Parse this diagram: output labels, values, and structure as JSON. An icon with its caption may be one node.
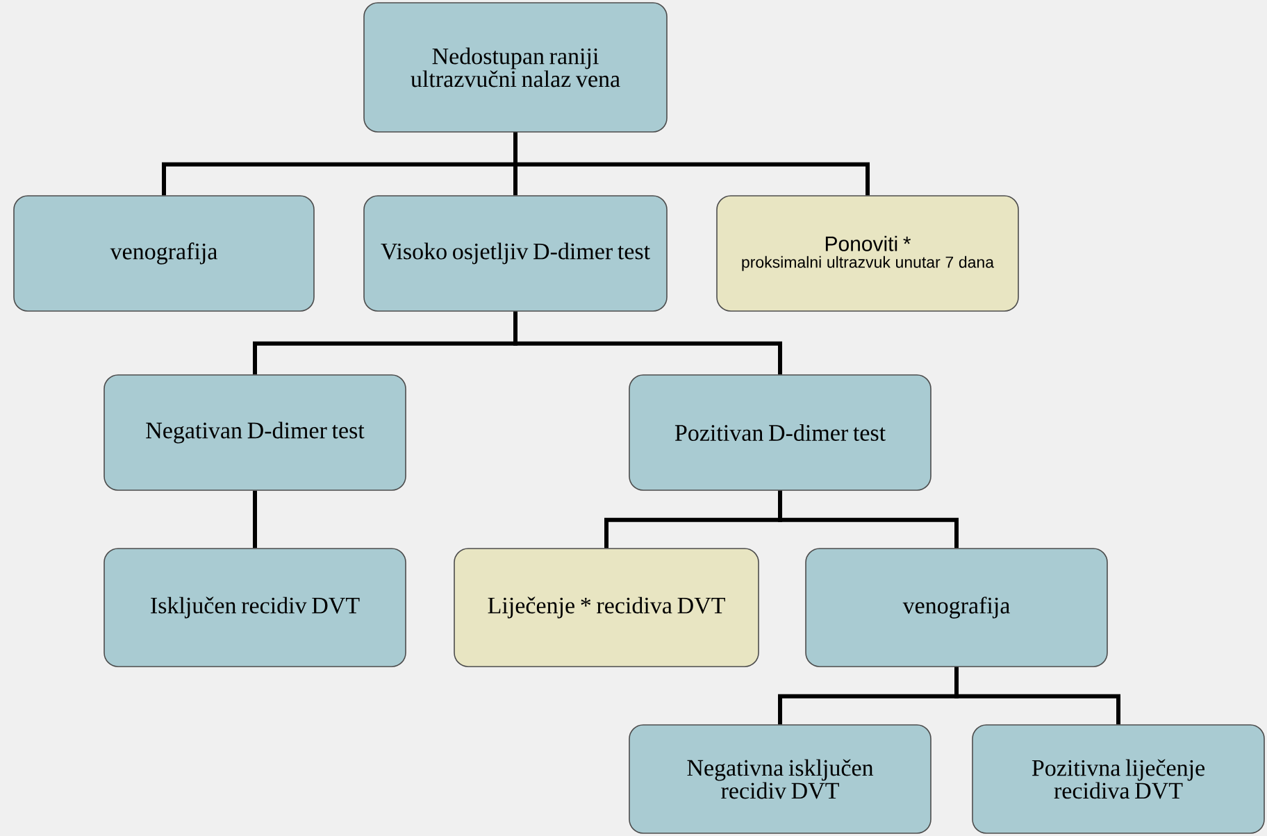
{
  "diagram": {
    "nodes": [
      {
        "text": [
          "Nedostupan raniji ultrazvučni nalaz vena"
        ]
      },
      {
        "text": [
          "venografija"
        ]
      },
      {
        "text": [
          "Visoko osjetljiv D-dimer test"
        ]
      },
      {
        "text": [
          "Ponoviti *",
          "proksimalni ultrazvuk unutar 7 dana"
        ]
      },
      {
        "text": [
          "Negativan D-dimer test"
        ]
      },
      {
        "text": [
          "Pozitivan D-dimer test"
        ]
      },
      {
        "text": [
          "Isključen recidiv DVT"
        ]
      },
      {
        "text": [
          "Liječenje * recidiva DVT"
        ]
      },
      {
        "text": [
          "venografija"
        ]
      },
      {
        "text": [
          "Negativna isključen recidiv DVT"
        ]
      },
      {
        "text": [
          "Pozitivna liječenje recidiva DVT"
        ]
      }
    ],
    "edges": [
      {
        "from": 0,
        "to": 1,
        "arrow": "none"
      },
      {
        "from": 0,
        "to": 2,
        "arrow": "none"
      },
      {
        "from": 0,
        "to": 3,
        "arrow": "none"
      },
      {
        "from": 2,
        "to": 4,
        "arrow": "none"
      },
      {
        "from": 2,
        "to": 5,
        "arrow": "none"
      },
      {
        "from": 4,
        "to": 6,
        "arrow": "none"
      },
      {
        "from": 5,
        "to": 7,
        "arrow": "none"
      },
      {
        "from": 5,
        "to": 8,
        "arrow": "none"
      },
      {
        "from": 8,
        "to": 9,
        "arrow": "none"
      },
      {
        "from": 8,
        "to": 10,
        "arrow": "none"
      }
    ]
  }
}
